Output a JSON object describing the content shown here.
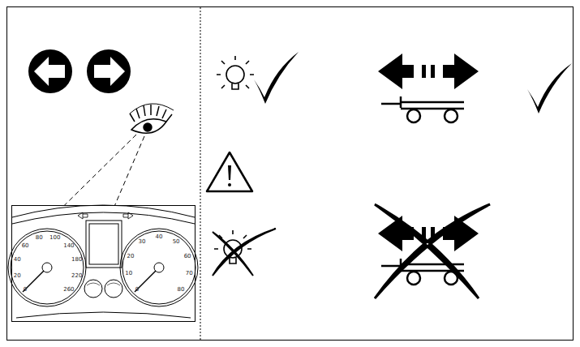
{
  "diagram": {
    "labels": [
      "0",
      "20",
      "40",
      "60",
      "80",
      "100",
      "140",
      "180",
      "220",
      "260",
      "0",
      "10",
      "20",
      "30",
      "40",
      "50",
      "60",
      "70",
      "80"
    ]
  }
}
